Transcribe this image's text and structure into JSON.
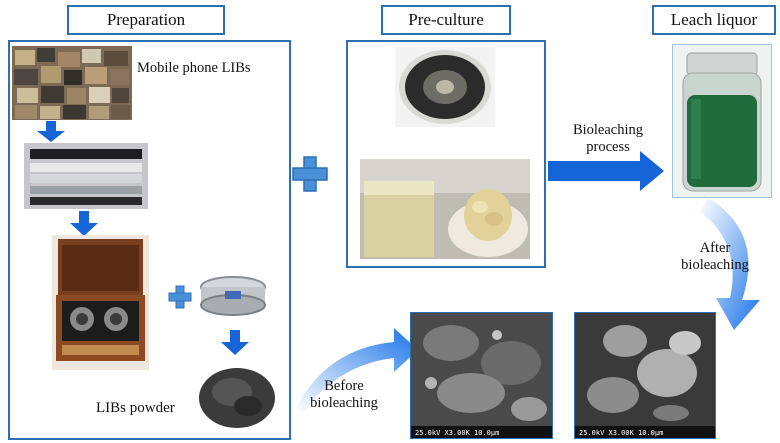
{
  "titles": {
    "preparation": "Preparation",
    "preculture": "Pre-culture",
    "leach": "Leach liquor"
  },
  "labels": {
    "mobile_libs": "Mobile phone LIBs",
    "libs_powder": "LIBs powder",
    "bioleaching_process_1": "Bioleaching",
    "bioleaching_process_2": "process",
    "after_1": "After",
    "after_2": "bioleaching",
    "before_1": "Before",
    "before_2": "bioleaching"
  },
  "sem_captions": {
    "before": "25.0kV  X3.00K  10.0µm",
    "after": "25.0kV  X3.00K  10.0µm"
  },
  "colors": {
    "frame": "#2d6fb3",
    "arrow": "#1565d8",
    "plus": "#4a90d9",
    "liquor": "#1f6b3c"
  }
}
